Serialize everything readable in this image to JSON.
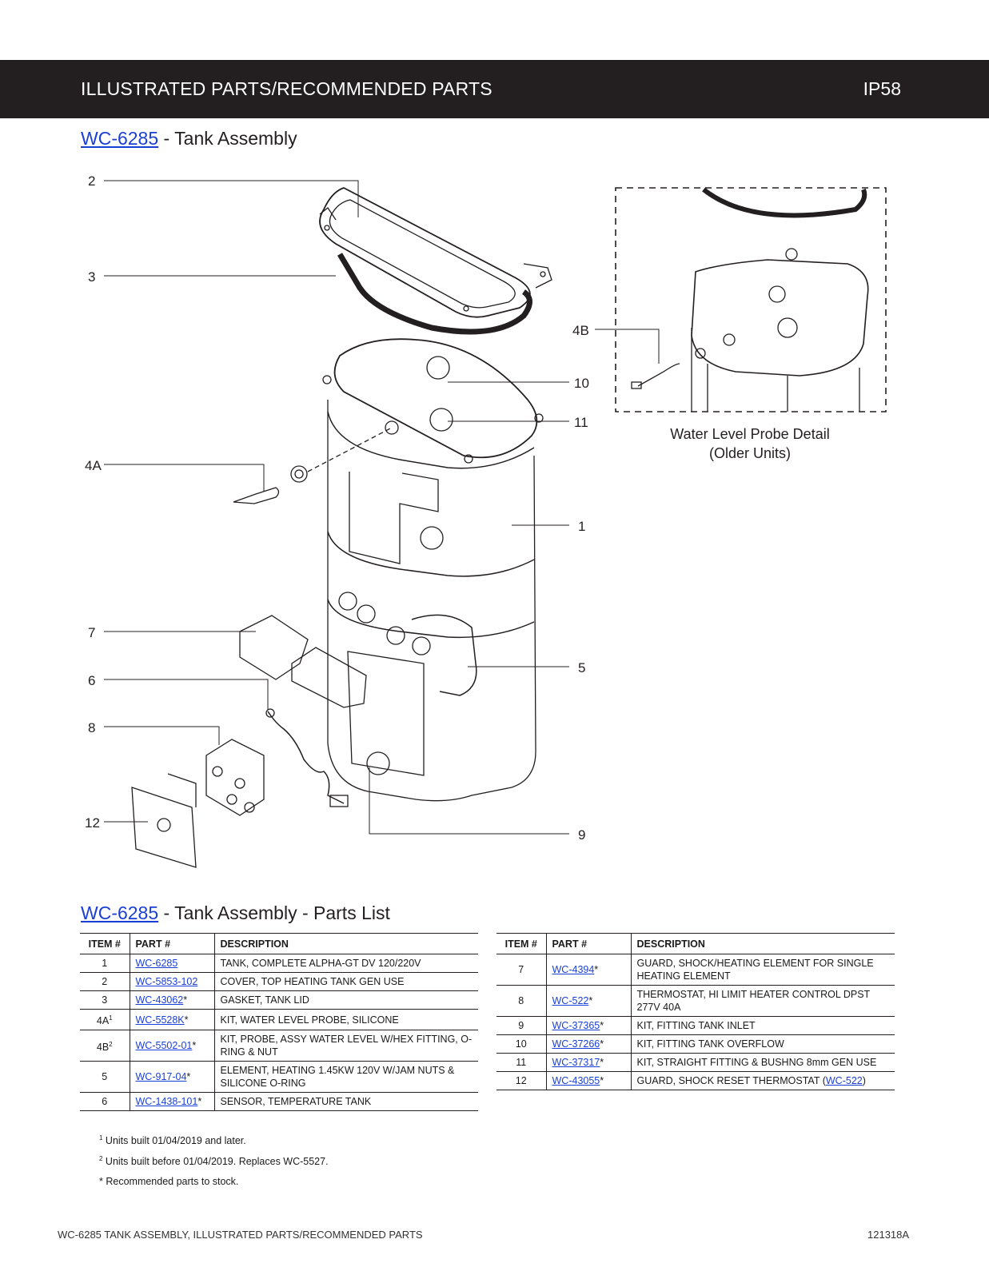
{
  "header": {
    "title": "ILLUSTRATED PARTS/RECOMMENDED PARTS",
    "page_code": "IP58"
  },
  "section1": {
    "link": "WC-6285",
    "title": " - Tank Assembly"
  },
  "section2": {
    "link": "WC-6285",
    "title": " - Tank Assembly - Parts List"
  },
  "diagram": {
    "callouts": [
      "2",
      "3",
      "4B",
      "10",
      "11",
      "4A",
      "1",
      "7",
      "5",
      "6",
      "8",
      "12",
      "9"
    ],
    "detail_caption_line1": "Water Level Probe Detail",
    "detail_caption_line2": "(Older Units)"
  },
  "table_headers": {
    "item": "ITEM #",
    "part": "PART #",
    "description": "DESCRIPTION"
  },
  "parts_left": [
    {
      "item": "1",
      "sup": "",
      "part": "WC-6285",
      "star": "",
      "desc": "TANK, COMPLETE ALPHA-GT DV 120/220V"
    },
    {
      "item": "2",
      "sup": "",
      "part": "WC-5853-102",
      "star": "",
      "desc": "COVER, TOP HEATING TANK GEN USE"
    },
    {
      "item": "3",
      "sup": "",
      "part": "WC-43062",
      "star": "*",
      "desc": "GASKET, TANK LID"
    },
    {
      "item": "4A",
      "sup": "1",
      "part": "WC-5528K",
      "star": "*",
      "desc": "KIT, WATER LEVEL PROBE, SILICONE"
    },
    {
      "item": "4B",
      "sup": "2",
      "part": "WC-5502-01",
      "star": "*",
      "desc": "KIT, PROBE, ASSY WATER LEVEL W/HEX FITTING, O-RING & NUT"
    },
    {
      "item": "5",
      "sup": "",
      "part": "WC-917-04",
      "star": "*",
      "desc": "ELEMENT, HEATING 1.45KW 120V W/JAM NUTS & SILICONE O-RING"
    },
    {
      "item": "6",
      "sup": "",
      "part": "WC-1438-101",
      "star": "*",
      "desc": "SENSOR, TEMPERATURE TANK"
    }
  ],
  "parts_right": [
    {
      "item": "7",
      "part": "WC-4394",
      "star": "*",
      "desc": "GUARD, SHOCK/HEATING ELEMENT FOR  SINGLE HEATING ELEMENT"
    },
    {
      "item": "8",
      "part": "WC-522",
      "star": "*",
      "desc": "THERMOSTAT, HI LIMIT HEATER CONTROL DPST 277V 40A"
    },
    {
      "item": "9",
      "part": "WC-37365",
      "star": "*",
      "desc": "KIT, FITTING TANK INLET"
    },
    {
      "item": "10",
      "part": "WC-37266",
      "star": "*",
      "desc": "KIT, FITTING TANK OVERFLOW"
    },
    {
      "item": "11",
      "part": "WC-37317",
      "star": "*",
      "desc": "KIT, STRAIGHT FITTING & BUSHNG 8mm GEN USE"
    },
    {
      "item": "12",
      "part": "WC-43055",
      "star": "*",
      "desc": "GUARD, SHOCK RESET THERMOSTAT (",
      "desc_link": "WC-522",
      "desc_tail": ")"
    }
  ],
  "footnotes": [
    {
      "mark": "1",
      "text": " Units built 01/04/2019 and later."
    },
    {
      "mark": "2",
      "text": " Units built before 01/04/2019. Replaces WC-5527."
    },
    {
      "mark": "*",
      "text": " Recommended parts to stock."
    }
  ],
  "footer": {
    "left": "WC-6285 TANK ASSEMBLY, ILLUSTRATED PARTS/RECOMMENDED PARTS",
    "right": "121318A"
  }
}
